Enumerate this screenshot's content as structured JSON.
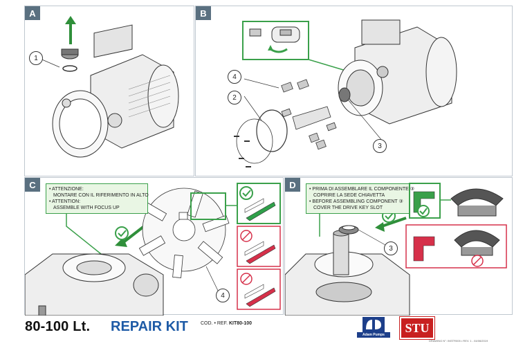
{
  "panels": {
    "a": {
      "letter": "A",
      "callouts": [
        "1"
      ]
    },
    "b": {
      "letter": "B",
      "callouts": [
        "4",
        "2",
        "3"
      ]
    },
    "c": {
      "letter": "C",
      "note": [
        "• ATTENZIONE:",
        "MONTARE CON IL RIFERIMENTO IN ALTO",
        "• ATTENTION:",
        "ASSEMBLE WITH FOCUS UP"
      ],
      "callouts": [
        "4"
      ]
    },
    "d": {
      "letter": "D",
      "note": [
        "• PRIMA DI ASSEMBLARE IL COMPONENTE ③",
        "COPRIRE LA SEDE CHIAVETTA",
        "• BEFORE ASSEMBLING COMPONENT ③",
        "COVER THE DRIVE KEY SLOT"
      ],
      "callouts": [
        "3"
      ]
    }
  },
  "footer": {
    "title": "80-100 Lt.",
    "kit": "REPAIR KIT",
    "code_prefix": "COD. • REF.",
    "code": "KIT80-100",
    "brand1": "Adam Pumps",
    "brand2": "STU",
    "drawing": "DRAWING N°: INSTR005 • REV. 1 - 04/06/2019"
  },
  "colors": {
    "accent_green": "#3aa04a",
    "accent_red": "#d6304a",
    "tag_bg": "#5a7080",
    "kit_blue": "#1d5aa6"
  }
}
